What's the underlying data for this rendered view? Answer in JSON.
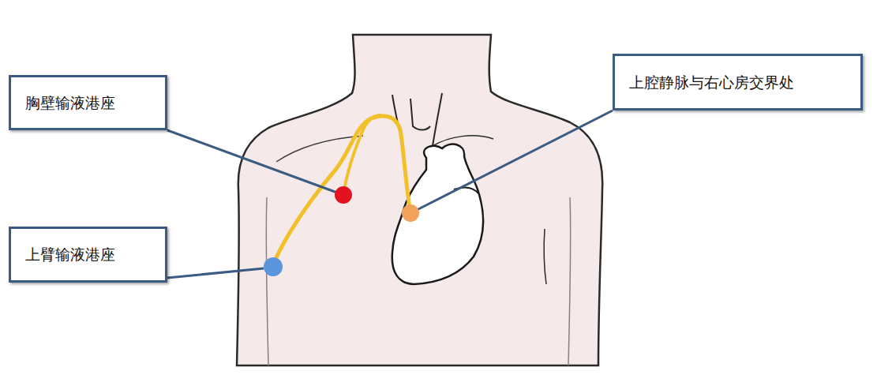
{
  "diagram": {
    "nodes": [
      {
        "text": [
          "胸壁输液港座"
        ]
      },
      {
        "text": [
          "上腔静脉与右心房交界处"
        ]
      },
      {
        "text": [
          "上臂输液港座"
        ]
      }
    ]
  }
}
